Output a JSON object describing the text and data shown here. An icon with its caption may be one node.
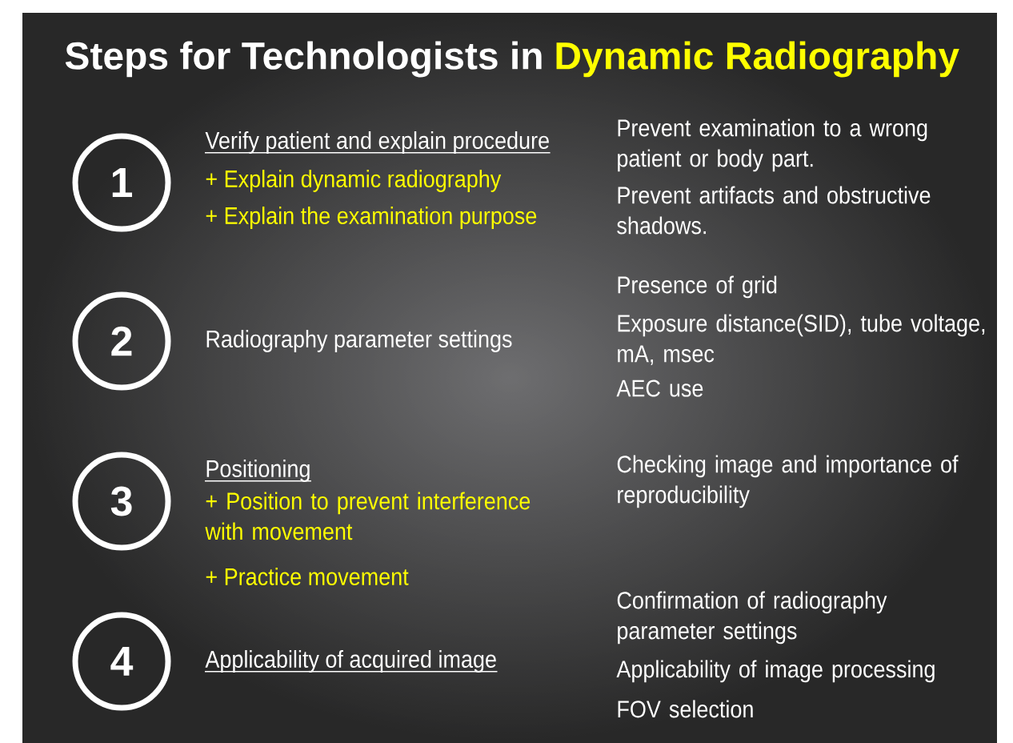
{
  "diagram": {
    "title": "Steps for Technologists in",
    "nodes": [
      {
        "text": [
          "1"
        ]
      },
      {
        "text": [
          "2"
        ]
      },
      {
        "text": [
          "3"
        ]
      },
      {
        "text": [
          "4"
        ]
      }
    ],
    "labels": [
      "Dynamic Radiography",
      "Verify patient and explain procedure",
      "+ Explain dynamic radiography",
      "+ Explain the examination purpose",
      "Prevent examination to a wrong patient or body part.",
      "Prevent artifacts and obstructive shadows.",
      "Radiography parameter settings",
      "Presence of grid",
      "Exposure distance(SID), tube voltage, mA, msec",
      "AEC use",
      "Positioning",
      "+ Position to prevent interference with movement",
      "+ Practice movement",
      "Checking image and importance of reproducibility",
      "Applicability of acquired image",
      "Confirmation of radiography parameter settings",
      "Applicability of image processing",
      "FOV selection"
    ]
  }
}
